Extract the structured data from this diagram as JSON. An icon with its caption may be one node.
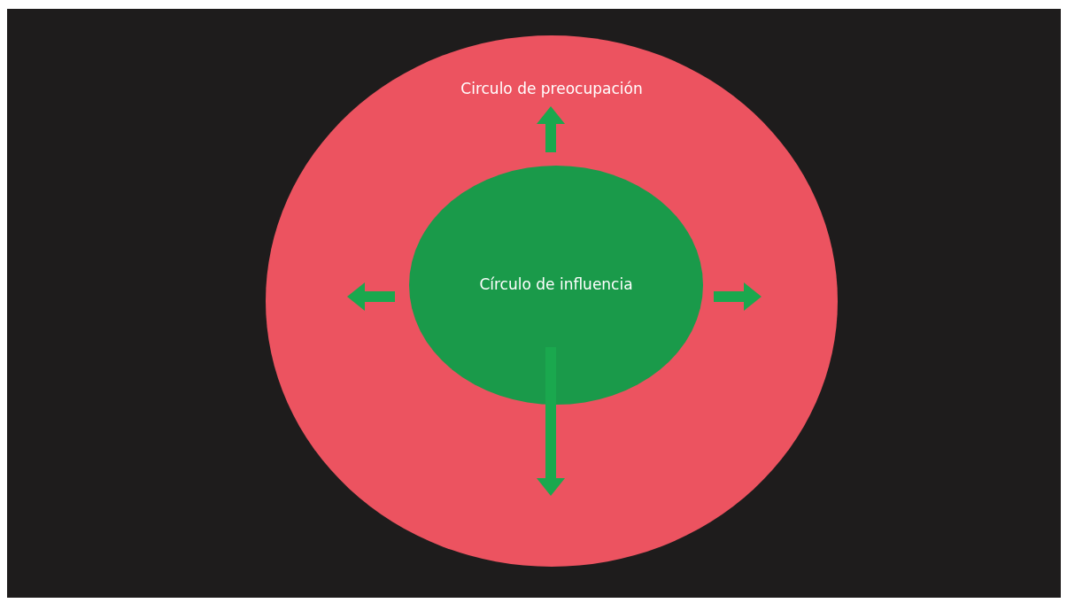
{
  "diagram": {
    "nodes": [
      {
        "text": [
          "Circulo de preocupación"
        ]
      },
      {
        "text": [
          "Círculo de influencia"
        ],
        "in": 0
      }
    ]
  }
}
